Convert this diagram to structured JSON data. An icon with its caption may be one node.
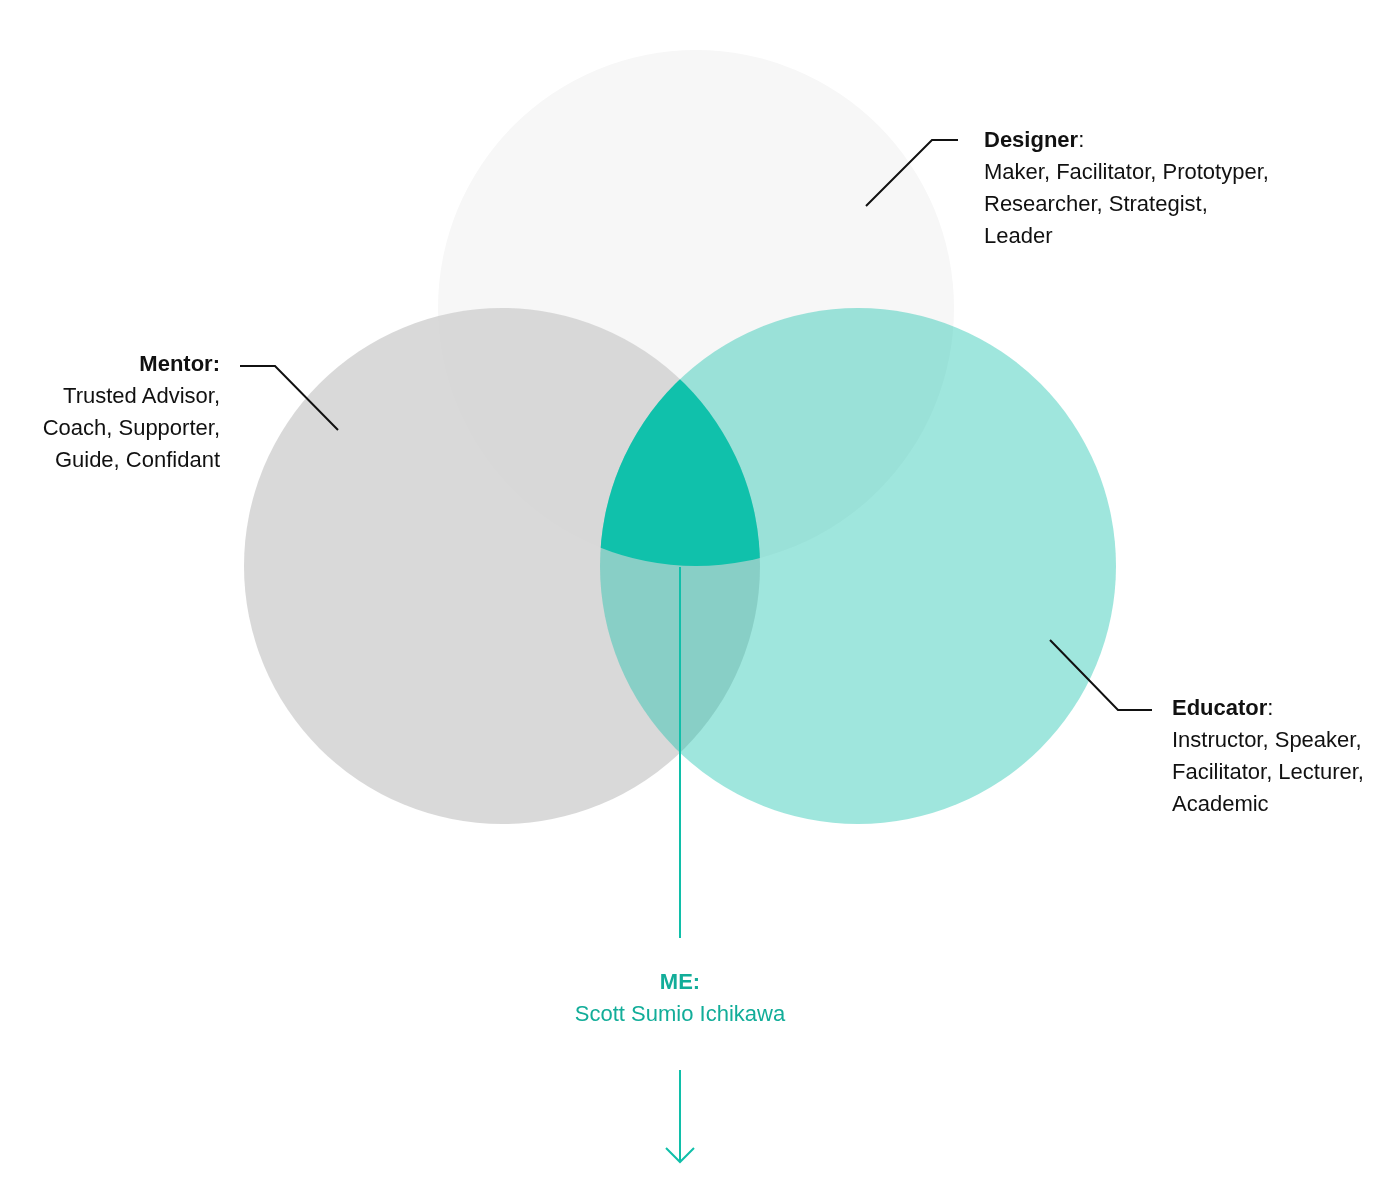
{
  "diagram": {
    "nodes": [
      {
        "text": [],
        "shape": "circle"
      },
      {
        "text": [],
        "shape": "circle"
      },
      {
        "text": [],
        "shape": "circle"
      },
      {
        "text": [],
        "shape": "triangle"
      },
      {
        "text": [
          "**Designer**:",
          "Maker, Facilitator, Prototyper, Researcher, Strategist, Leader"
        ]
      },
      {
        "text": [
          "Mentor:",
          "Trusted Advisor, Coach, Supporter, Guide, Confidant"
        ]
      },
      {
        "text": [
          "**Educator**:",
          "Instructor, Speaker, Facilitator, Lecturer, Academic"
        ]
      },
      {
        "text": [
          "ME:",
          "Scott Sumio Ichikawa"
        ]
      }
    ],
    "edges": [
      {
        "from": 4,
        "to": 0,
        "arrow": "none"
      },
      {
        "from": 5,
        "to": 1,
        "arrow": "none"
      },
      {
        "from": 6,
        "to": 2,
        "arrow": "none"
      },
      {
        "from": 7,
        "to": 3,
        "arrow": "none",
        "color": "#10bfa9"
      }
    ]
  }
}
